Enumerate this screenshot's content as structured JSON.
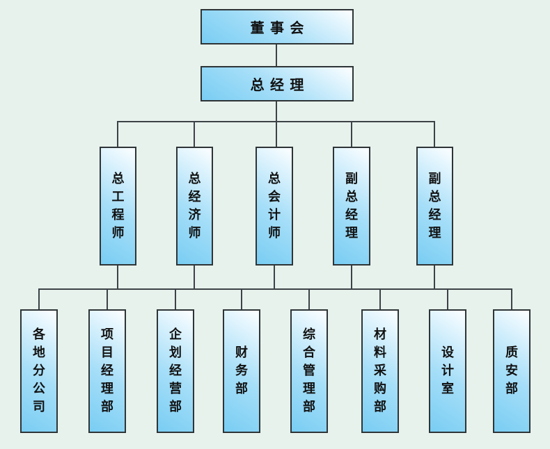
{
  "diagram": {
    "type": "organization-chart",
    "root": {
      "label": "董事会"
    },
    "level2": {
      "label": "总经理"
    },
    "level3": [
      {
        "label": "总工程师"
      },
      {
        "label": "总经济师"
      },
      {
        "label": "总会计师"
      },
      {
        "label": "副总经理"
      },
      {
        "label": "副总经理"
      }
    ],
    "level4": [
      {
        "label": "各地分公司"
      },
      {
        "label": "项目经理部"
      },
      {
        "label": "企划经营部"
      },
      {
        "label": "财务部"
      },
      {
        "label": "综合管理部"
      },
      {
        "label": "材料采购部"
      },
      {
        "label": "设计室"
      },
      {
        "label": "质安部"
      }
    ],
    "colors": {
      "background": "#e8f2ed",
      "box_gradient_dark": "#79cdf3",
      "box_gradient_mid": "#a5def8",
      "box_gradient_light": "#f6fcff",
      "box_border": "#2e3436",
      "connector": "#3c4246",
      "text": "#111111"
    }
  }
}
